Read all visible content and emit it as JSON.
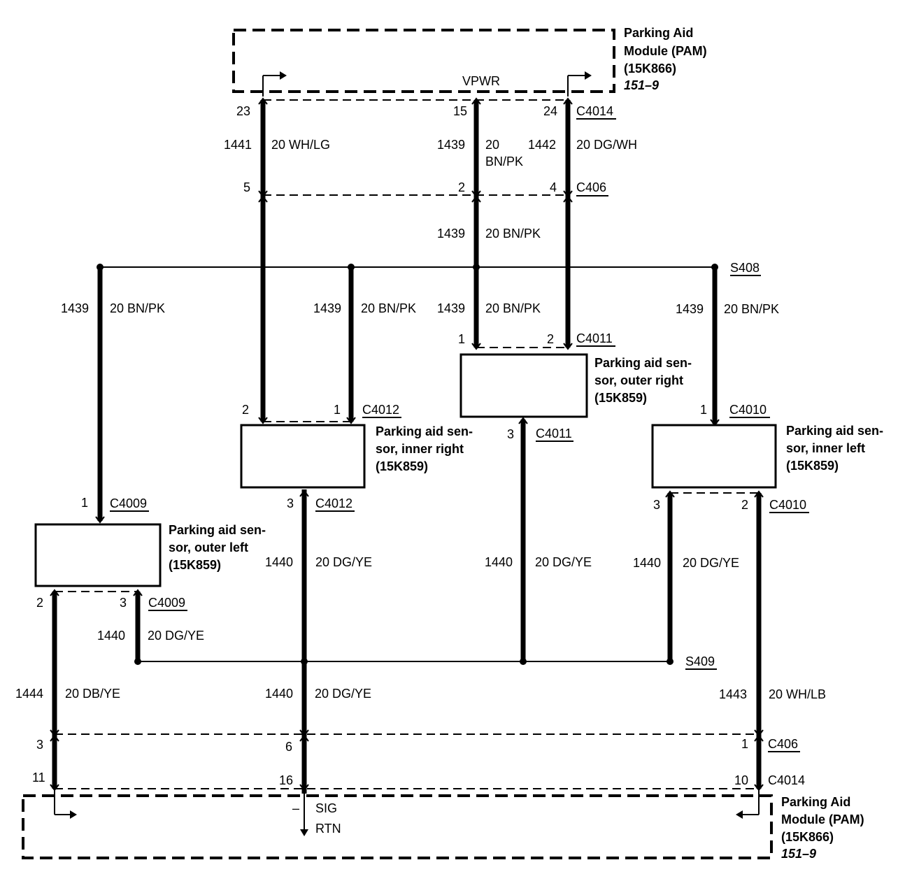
{
  "pam_top": {
    "label_lines": [
      "Parking Aid",
      "Module (PAM)",
      "(15K866)"
    ],
    "ref": "151–9",
    "vpwr": "VPWR"
  },
  "pam_bottom": {
    "label_lines": [
      "Parking Aid",
      "Module (PAM)",
      "(15K866)"
    ],
    "ref": "151–9",
    "minus": "–",
    "sig": "SIG",
    "rtn": "RTN"
  },
  "connectors": {
    "c4014_top": "C4014",
    "c406_top": "C406",
    "c4011_top": "C4011",
    "c4011_bottom": "C4011",
    "c4012_top": "C4012",
    "c4012_bottom": "C4012",
    "c4010_top": "C4010",
    "c4010_bottom": "C4010",
    "c4009_top": "C4009",
    "c4009_bottom": "C4009",
    "c406_bottom": "C406",
    "c4014_bottom": "C4014"
  },
  "splices": {
    "s408": "S408",
    "s409": "S409"
  },
  "pins": {
    "p23": "23",
    "p15": "15",
    "p24": "24",
    "p5": "5",
    "p2_c406": "2",
    "p4_c406": "4",
    "p1_c4011": "1",
    "p2_c4011": "2",
    "p3_c4011": "3",
    "p2_c4012": "2",
    "p1_c4012": "1",
    "p3_c4012": "3",
    "p1_c4010": "1",
    "p3_c4010": "3",
    "p2_c4010": "2",
    "p1_c4009": "1",
    "p2_c4009": "2",
    "p3_c4009": "3",
    "p3_c406": "3",
    "p6_c406": "6",
    "p1_c406": "1",
    "p11_c4014": "11",
    "p16_c4014": "16",
    "p10_c4014": "10"
  },
  "wires": {
    "w1441": {
      "circuit": "1441",
      "spec": "20 WH/LG"
    },
    "w1439_top": {
      "circuit": "1439",
      "spec_line1": "20",
      "spec_line2": "BN/PK"
    },
    "w1442": {
      "circuit": "1442",
      "spec": "20 DG/WH"
    },
    "w1439_mid": {
      "circuit": "1439",
      "spec": "20 BN/PK"
    },
    "w1439_ol": {
      "circuit": "1439",
      "spec": "20 BN/PK"
    },
    "w1439_ir": {
      "circuit": "1439",
      "spec": "20 BN/PK"
    },
    "w1439_or": {
      "circuit": "1439",
      "spec": "20 BN/PK"
    },
    "w1439_il": {
      "circuit": "1439",
      "spec": "20 BN/PK"
    },
    "w1440_ir": {
      "circuit": "1440",
      "spec": "20 DG/YE"
    },
    "w1440_or": {
      "circuit": "1440",
      "spec": "20 DG/YE"
    },
    "w1440_il": {
      "circuit": "1440",
      "spec": "20 DG/YE"
    },
    "w1440_ol": {
      "circuit": "1440",
      "spec": "20 DG/YE"
    },
    "w1444": {
      "circuit": "1444",
      "spec": "20 DB/YE"
    },
    "w1440_low": {
      "circuit": "1440",
      "spec": "20 DG/YE"
    },
    "w1443": {
      "circuit": "1443",
      "spec": "20 WH/LB"
    }
  },
  "sensors": {
    "outer_right": {
      "lines": [
        "Parking aid sen-",
        "sor, outer right",
        "(15K859)"
      ]
    },
    "inner_right": {
      "lines": [
        "Parking aid sen-",
        "sor, inner right",
        "(15K859)"
      ]
    },
    "inner_left": {
      "lines": [
        "Parking aid sen-",
        "sor, inner left",
        "(15K859)"
      ]
    },
    "outer_left": {
      "lines": [
        "Parking aid sen-",
        "sor, outer left",
        "(15K859)"
      ]
    }
  }
}
